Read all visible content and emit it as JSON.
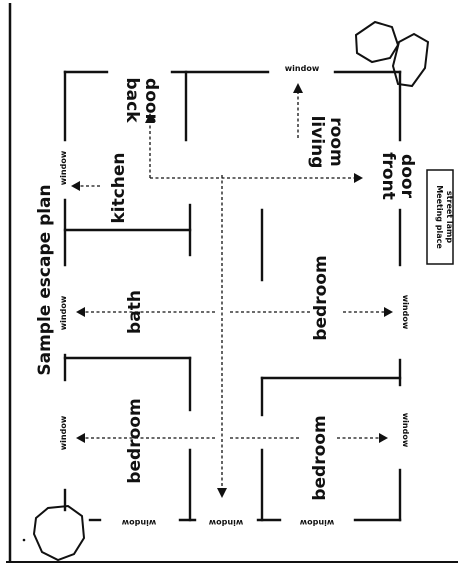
{
  "title": "Sample escape plan",
  "meeting_place": {
    "line1": "Meeting place",
    "line2": "street lamp"
  },
  "rooms": {
    "back_door": [
      "back",
      "door"
    ],
    "front_door": [
      "front",
      "door"
    ],
    "living_room": [
      "living",
      "room"
    ],
    "kitchen": "kitchen",
    "bath": "bath",
    "bedroom_right_upper": "bedroom",
    "bedroom_left_lower": "bedroom",
    "bedroom_right_lower": "bedroom"
  },
  "windows": {
    "top": "window",
    "kitchen": "window",
    "bath": "window",
    "bedroom_left": "window",
    "bottom_left": "window",
    "bottom_middle": "window",
    "bottom_right": "window",
    "bedroom_right_upper": "window",
    "bedroom_right_lower": "window"
  },
  "colors": {
    "ink": "#111111",
    "paper": "#ffffff"
  }
}
